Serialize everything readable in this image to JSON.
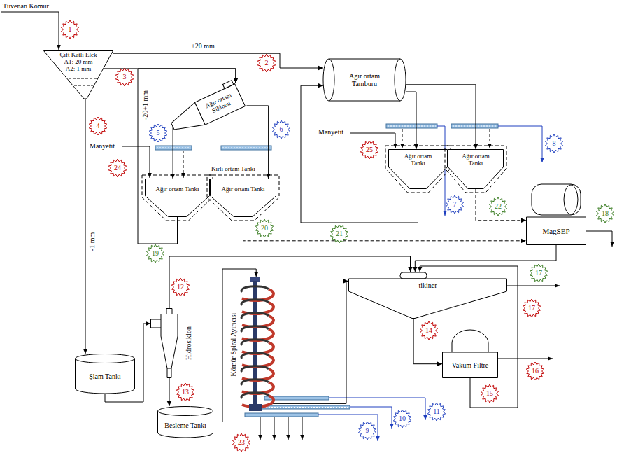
{
  "diagram": {
    "nodes": [
      {
        "text": [
          "Çift Katlı Elek",
          "A1: 20 mm",
          "A2: 1 mm"
        ]
      },
      {
        "text": [
          "Ağır ortam Tamburu"
        ]
      },
      {
        "text": [
          "Ağır ortam Siklonu"
        ]
      },
      {
        "text": [
          "Ağır ortam Tankı"
        ]
      },
      {
        "text": [
          "Ağır ortam Tankı"
        ]
      },
      {
        "text": [
          "Ağır ortam Tankı"
        ]
      },
      {
        "text": [
          "Kirli ortam Tankı",
          "Ağır ortam Tankı"
        ]
      },
      {
        "text": [
          "MagSEP"
        ]
      },
      {
        "text": [
          "tikiner"
        ]
      },
      {
        "text": [
          "Hidrosiklon"
        ]
      },
      {
        "text": [
          "Kömür Spiral Ayırıcısı"
        ]
      },
      {
        "text": [
          "Vakum Filtre"
        ]
      },
      {
        "text": [
          "Şlam Tankı"
        ]
      },
      {
        "text": [
          "Besleme Tankı"
        ]
      }
    ],
    "edges": [
      {
        "from": 0,
        "to": 1,
        "label": "+20 mm",
        "arrow": "to"
      },
      {
        "from": 0,
        "to": 2,
        "arrow": "to"
      },
      {
        "from": 0,
        "to": 12,
        "label": "-1 mm",
        "arrow": "to"
      },
      {
        "from": 2,
        "to": 5,
        "arrow": "to"
      },
      {
        "from": 2,
        "to": 6,
        "arrow": "to"
      },
      {
        "from": 5,
        "to": 2,
        "arrow": "to"
      },
      {
        "from": 6,
        "to": 7,
        "arrow": "to"
      },
      {
        "from": 1,
        "to": 3,
        "arrow": "to"
      },
      {
        "from": 1,
        "to": 4,
        "arrow": "to"
      },
      {
        "from": 3,
        "to": 1,
        "arrow": "to"
      },
      {
        "from": 4,
        "to": 7,
        "arrow": "to"
      },
      {
        "from": 7,
        "to": 8,
        "arrow": "to"
      },
      {
        "from": 12,
        "to": 9,
        "arrow": "to"
      },
      {
        "from": 9,
        "to": 8,
        "arrow": "to"
      },
      {
        "from": 9,
        "to": 13,
        "arrow": "to"
      },
      {
        "from": 13,
        "to": 10,
        "arrow": "to"
      },
      {
        "from": 10,
        "to": 8,
        "arrow": "to"
      },
      {
        "from": 8,
        "to": 11,
        "arrow": "to"
      },
      {
        "from": 11,
        "to": 8,
        "arrow": "to"
      }
    ],
    "labels": [
      "Tüvenan Kömür",
      "-20+1 mm",
      "Manyetit",
      "Manyetit",
      "1",
      "2",
      "3",
      "4",
      "5",
      "6",
      "7",
      "8",
      "9",
      "10",
      "11",
      "12",
      "13",
      "14",
      "15",
      "16",
      "17",
      "17",
      "18",
      "19",
      "20",
      "21",
      "22",
      "23",
      "24",
      "25"
    ]
  }
}
